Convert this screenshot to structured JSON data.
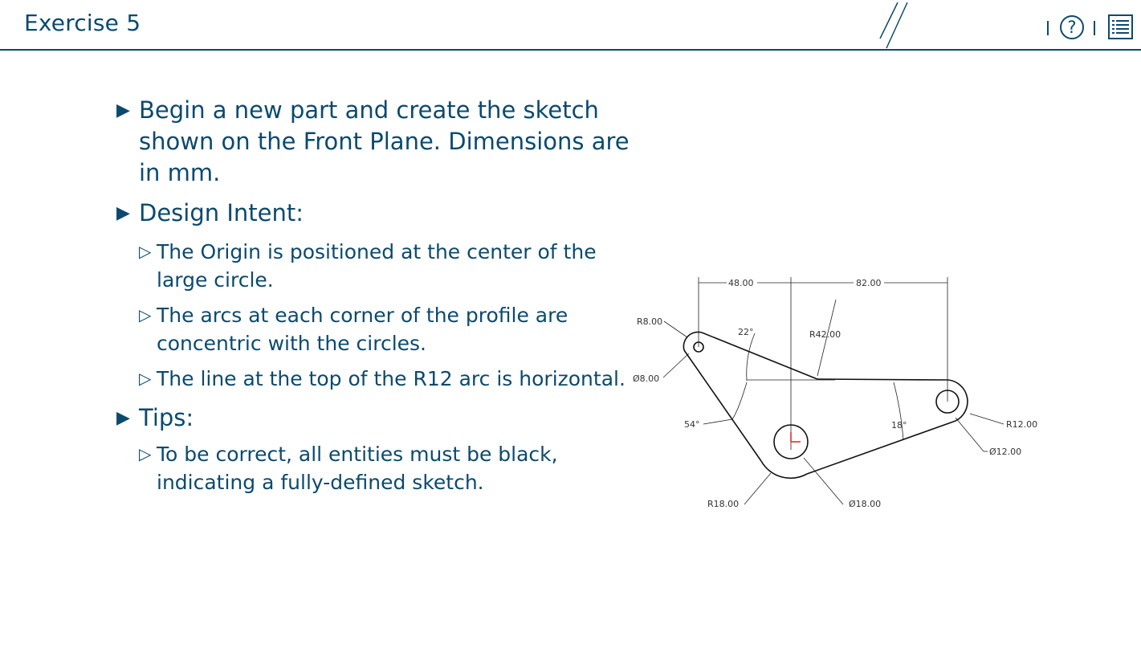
{
  "header": {
    "title": "Exercise 5",
    "help_glyph": "?",
    "icons": [
      "help-circle-icon",
      "menu-list-icon"
    ]
  },
  "content": {
    "bullets": [
      {
        "text": "Begin a new part and create the sketch shown on the Front Plane.  Dimensions are in mm."
      },
      {
        "text": "Design Intent:"
      },
      {
        "text": "Tips:"
      }
    ],
    "design_intent": [
      "The Origin is positioned at the center of the large circle.",
      "The arcs at each corner of the profile are concentric with the circles.",
      "The line at the top of the R12 arc is horizontal."
    ],
    "tips": [
      "To be correct, all entities must be black, indicating a fully-defined sketch."
    ]
  },
  "drawing": {
    "dim_48": "48.00",
    "dim_82": "82.00",
    "r8": "R8.00",
    "ang_22": "22°",
    "r42": "R42.00",
    "d8": "Ø8.00",
    "ang_54": "54°",
    "ang_18": "18°",
    "r12": "R12.00",
    "d12": "Ø12.00",
    "r18": "R18.00",
    "d18": "Ø18.00"
  },
  "colors": {
    "primary": "#0b4a6e",
    "drawing_line": "#111111",
    "origin": "#e02020"
  }
}
